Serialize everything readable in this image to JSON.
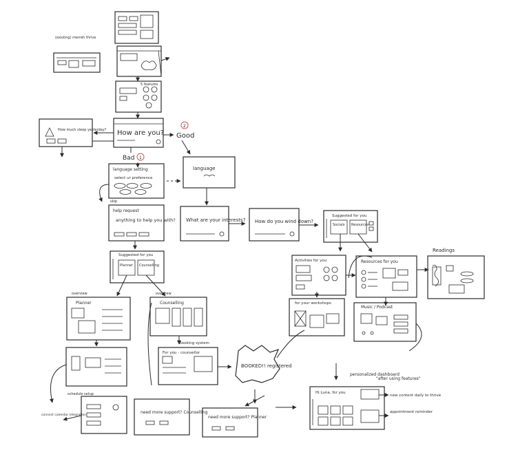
{
  "labels": {
    "existing_title": "(existing) merreh thrive",
    "how_are_you": "How are you?",
    "good": "Good",
    "bad": "Bad",
    "marker_1": "1",
    "marker_2": "2",
    "language_setting": "language setting",
    "select_preference": "select ur preference",
    "language": "language",
    "skip": "skip",
    "help_request": "help request",
    "anything_help": "anything to help you with?",
    "interests": "What are your interests?",
    "wind_down": "How do you wind down?",
    "suggested_1": "Suggested for you",
    "suggested_2": "Suggested for you",
    "socials": "Socials",
    "resources": "Resources",
    "activities": "Activities for you",
    "resources_for_you": "Resources for you",
    "readings": "Readings",
    "workshops": "for your workshops",
    "music": "Music / Podcast",
    "planner": "Planner",
    "counselling": "Counselling",
    "overview_1": "overview",
    "overview_2": "overview",
    "booking_system": "Booking system",
    "for_you_counsellor": "For you - counsellor",
    "booked": "BOOKED!! registered",
    "need_more_support_1": "need more support? Counselling",
    "need_more_support_2": "need more support? Planner",
    "personalized": "personalized dashboard",
    "after_using": "\"after using features\"",
    "hi_luna": "Hi Luna, for you",
    "new_content": "new content daily to thrive",
    "appointment": "appointment reminder",
    "mood_popup": "How much sleep yesterday?",
    "schedule": "schedule setup",
    "sync": "connect calendar integration",
    "stamps": "5 features"
  }
}
